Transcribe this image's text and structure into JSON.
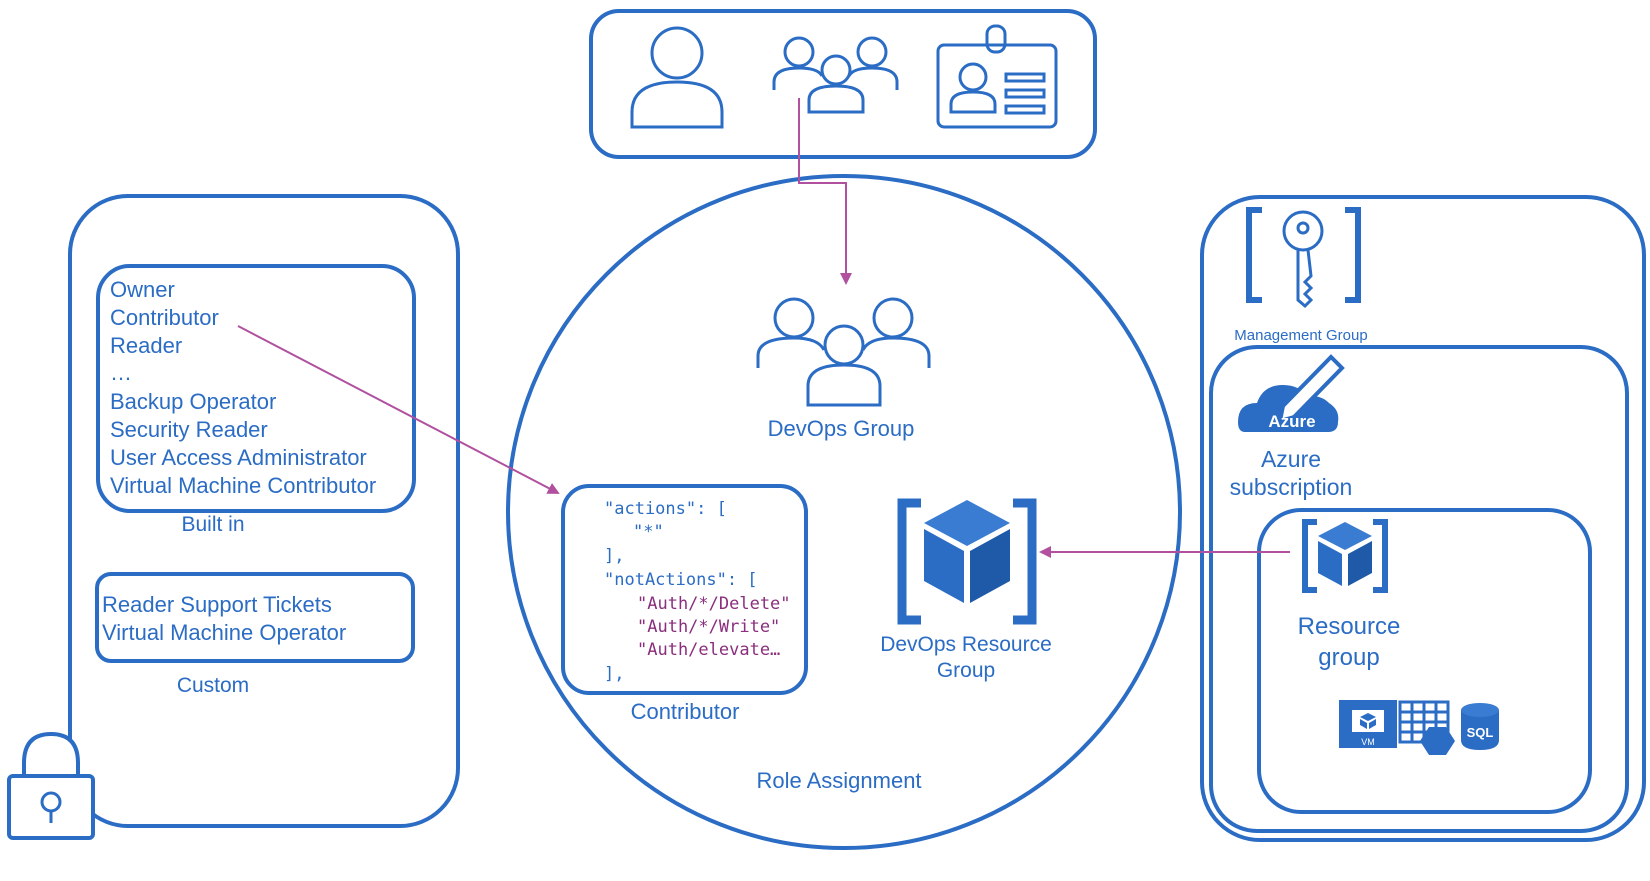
{
  "built_in_roles": [
    "Owner",
    "Contributor",
    "Reader",
    "…",
    "Backup Operator",
    "Security Reader",
    "User Access Administrator",
    "Virtual Machine Contributor"
  ],
  "built_in_label": "Built in",
  "custom_roles": [
    "Reader Support Tickets",
    "Virtual Machine Operator"
  ],
  "custom_label": "Custom",
  "role_assignment": {
    "group_label": "DevOps Group",
    "definition_label": "Contributor",
    "scope_label_line1": "DevOps Resource",
    "scope_label_line2": "Group",
    "title": "Role Assignment"
  },
  "json_code": {
    "line1": "\"actions\": [",
    "line2": "\"*\"",
    "line3": "],",
    "line4": "\"notActions\": [",
    "line5": "\"Auth/*/Delete\"",
    "line6": "\"Auth/*/Write\"",
    "line7": "\"Auth/elevate…",
    "line8": "],"
  },
  "scope": {
    "management_group_label": "Management Group",
    "azure_badge": "Azure",
    "subscription_line1": "Azure",
    "subscription_line2": "subscription",
    "resource_group_line1": "Resource",
    "resource_group_line2": "group",
    "vm_badge": "VM",
    "sql_badge": "SQL"
  },
  "colors": {
    "primary_blue": "#2b6cc4",
    "arrow_purple": "#b0509f"
  }
}
